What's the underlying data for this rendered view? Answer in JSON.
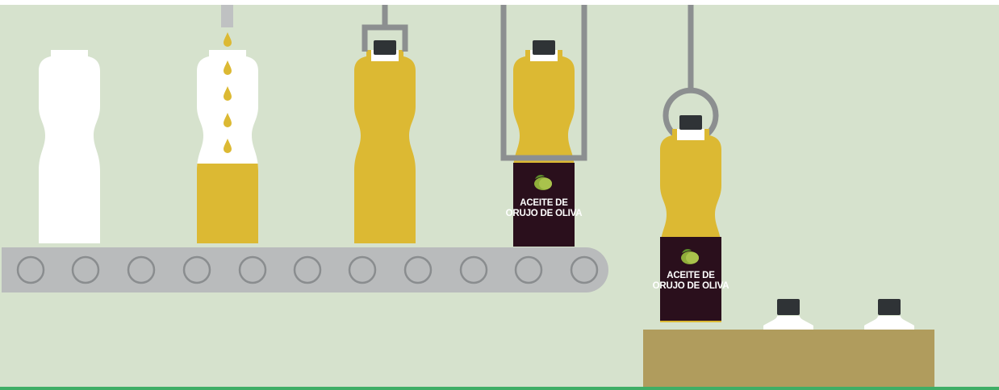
{
  "scene": {
    "description_tag": "olive-oil-bottling-line",
    "colors": {
      "background": "#d6e2cd",
      "bottle_white": "#ffffff",
      "oil": "#dcb933",
      "cap": "#2f3336",
      "machine_gray": "#8c8f90",
      "conveyor": "#b9bbbc",
      "roller_stroke": "#8a8d8f",
      "label_bg": "#2a0f1c",
      "box": "#b09c5d",
      "floor_line": "#3fae66"
    }
  },
  "product_label": {
    "line1": "ACEITE DE",
    "line2": "ORUJO DE OLIVA"
  },
  "stages": [
    {
      "name": "empty-bottle",
      "fill": 0
    },
    {
      "name": "filling",
      "fill": 0.45
    },
    {
      "name": "capping",
      "fill": 1
    },
    {
      "name": "labeling",
      "fill": 1
    },
    {
      "name": "packing",
      "fill": 1
    }
  ]
}
